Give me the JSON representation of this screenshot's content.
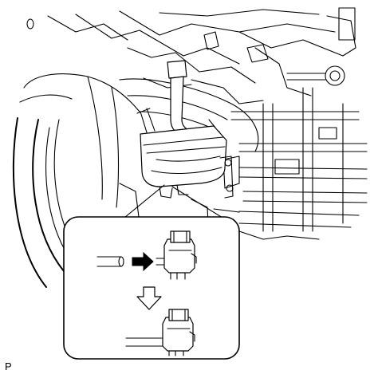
{
  "figure": {
    "corner_label": "P"
  },
  "colors": {
    "line": "#000000",
    "background": "#ffffff"
  },
  "icons": {
    "push_arrow": "right-arrow-filled",
    "result_arrow": "down-arrow-outline"
  }
}
